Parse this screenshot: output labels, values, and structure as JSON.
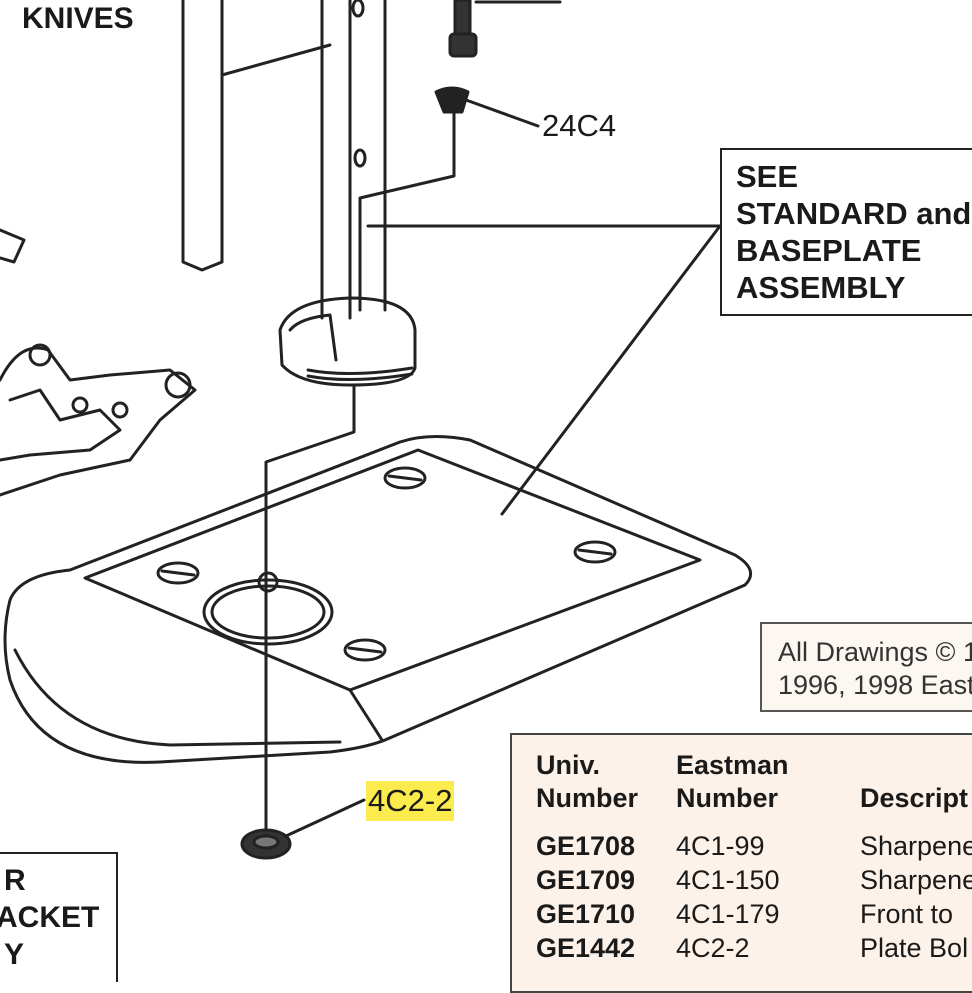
{
  "labels": {
    "knives": "KNIVES",
    "part_24c4": "24C4",
    "part_4c2_2": "4C2-2"
  },
  "see_box": {
    "lines": [
      "SEE",
      "STANDARD and",
      "BASEPLATE",
      "ASSEMBLY"
    ]
  },
  "copyright": {
    "line1": "All Drawings © 1",
    "line2": "1996, 1998 East"
  },
  "left_box": {
    "lines": [
      "R",
      "ACKET",
      "Y"
    ]
  },
  "parts_table": {
    "headers": {
      "univ_line1": "Univ.",
      "univ_line2": "Number",
      "eastman_line1": "Eastman",
      "eastman_line2": "Number",
      "description": "Descript"
    },
    "rows": [
      {
        "univ": "GE1708",
        "eastman": "4C1-99",
        "description": "Sharpene"
      },
      {
        "univ": "GE1709",
        "eastman": "4C1-150",
        "description": "Sharpene"
      },
      {
        "univ": "GE1710",
        "eastman": "4C1-179",
        "description": "Front to"
      },
      {
        "univ": "GE1442",
        "eastman": "4C2-2",
        "description": "Plate Bol"
      }
    ]
  },
  "colors": {
    "highlight": "#fbeb4d",
    "table_bg": "#fdf2e9",
    "line": "#222222"
  }
}
